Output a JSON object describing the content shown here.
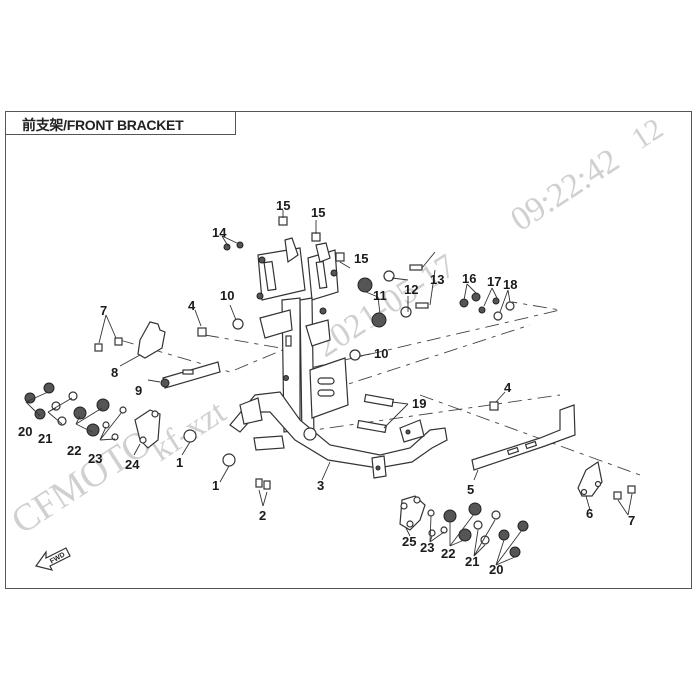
{
  "title": "前支架/FRONT BRACKET",
  "watermark": {
    "brand": "CFMOTO",
    "user": "kf-xzt",
    "date": "2021-05-17",
    "time": "09:22:42",
    "corner_fragment": "12"
  },
  "fwd_label": "FWD",
  "callouts": [
    {
      "id": "c15a",
      "label": "15"
    },
    {
      "id": "c15b",
      "label": "15"
    },
    {
      "id": "c15c",
      "label": "15"
    },
    {
      "id": "c14",
      "label": "14"
    },
    {
      "id": "c13",
      "label": "13"
    },
    {
      "id": "c12",
      "label": "12"
    },
    {
      "id": "c11",
      "label": "11"
    },
    {
      "id": "c10a",
      "label": "10"
    },
    {
      "id": "c10b",
      "label": "10"
    },
    {
      "id": "c16",
      "label": "16"
    },
    {
      "id": "c17",
      "label": "17"
    },
    {
      "id": "c18",
      "label": "18"
    },
    {
      "id": "c7a",
      "label": "7"
    },
    {
      "id": "c8",
      "label": "8"
    },
    {
      "id": "c9",
      "label": "9"
    },
    {
      "id": "c4a",
      "label": "4"
    },
    {
      "id": "c4b",
      "label": "4"
    },
    {
      "id": "c19",
      "label": "19"
    },
    {
      "id": "c20a",
      "label": "20"
    },
    {
      "id": "c21a",
      "label": "21"
    },
    {
      "id": "c22a",
      "label": "22"
    },
    {
      "id": "c23a",
      "label": "23"
    },
    {
      "id": "c24",
      "label": "24"
    },
    {
      "id": "c1a",
      "label": "1"
    },
    {
      "id": "c1b",
      "label": "1"
    },
    {
      "id": "c2",
      "label": "2"
    },
    {
      "id": "c3",
      "label": "3"
    },
    {
      "id": "c5",
      "label": "5"
    },
    {
      "id": "c6",
      "label": "6"
    },
    {
      "id": "c7b",
      "label": "7"
    },
    {
      "id": "c25",
      "label": "25"
    },
    {
      "id": "c23b",
      "label": "23"
    },
    {
      "id": "c22b",
      "label": "22"
    },
    {
      "id": "c21b",
      "label": "21"
    },
    {
      "id": "c20b",
      "label": "20"
    }
  ]
}
